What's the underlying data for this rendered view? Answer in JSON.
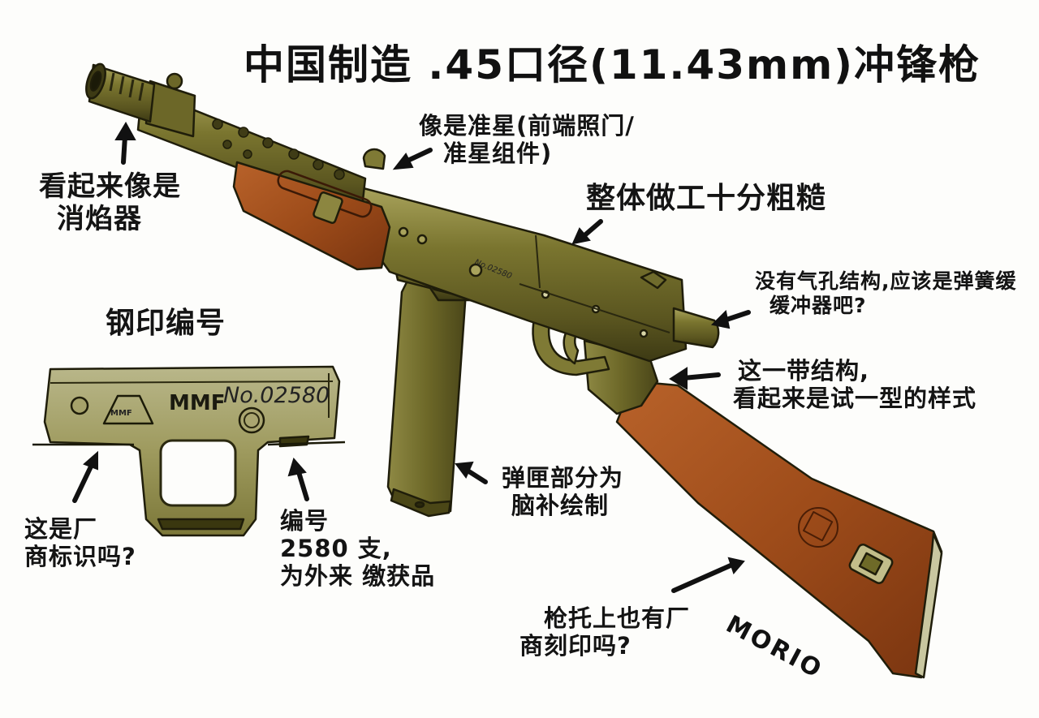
{
  "title": "中国制造 .45口径(11.43mm)冲锋枪",
  "annotations": {
    "flash_hider": [
      "看起来像是",
      "消焰器"
    ],
    "front_sight": [
      "像是准星(前端照门/",
      "准星组件)"
    ],
    "workmanship": "整体做工十分粗糙",
    "buffer": [
      "没有气孔结构,应该是弹簧缓",
      "缓冲器吧?"
    ],
    "trial_type": [
      "这一带结构,",
      "看起来是试一型的样式"
    ],
    "magazine": [
      "弹匣部分为",
      "脑补绘制"
    ],
    "stock_mark": [
      "枪托上也有厂",
      "商刻印吗?"
    ],
    "serial_heading": "钢印编号",
    "maker_mark": [
      "这是厂",
      "商标识吗?"
    ],
    "serial_note": [
      "编号",
      "2580 支,",
      "为外来 缴获品"
    ]
  },
  "stamp": {
    "maker": "MMF",
    "logo_text": "MMF",
    "serial": "No.02580"
  },
  "receiver_serial": "No.02580",
  "signature": "MORIO",
  "colors": {
    "background": "#fdfdfb",
    "metal": "#6f6b2c",
    "metal_light": "#a8a25a",
    "metal_dark": "#3f3c16",
    "wood": "#a5501c",
    "wood_dark": "#6e2e0d",
    "ink": "#141414"
  }
}
